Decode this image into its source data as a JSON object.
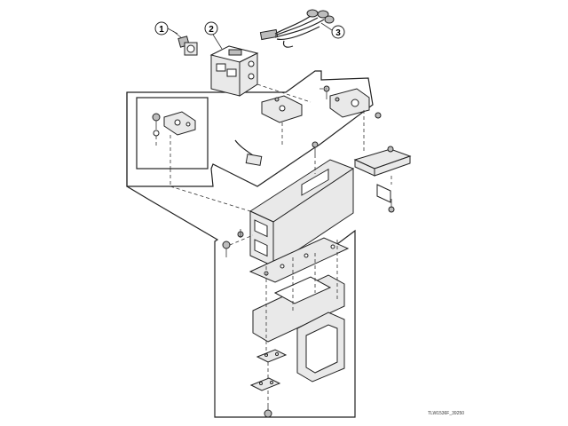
{
  "callouts": [
    {
      "id": "1",
      "label": "1"
    },
    {
      "id": "2",
      "label": "2"
    },
    {
      "id": "3",
      "label": "3"
    }
  ],
  "figure_id": "TLW1536F_39250"
}
